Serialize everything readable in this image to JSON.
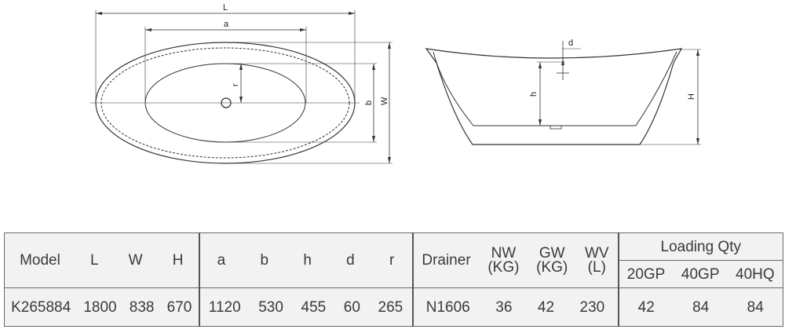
{
  "drawing": {
    "dimension_labels": {
      "L": "L",
      "a": "a",
      "r": "r",
      "b": "b",
      "W": "W",
      "d": "d",
      "h": "h",
      "H": "H"
    }
  },
  "table": {
    "headers": {
      "model": "Model",
      "L": "L",
      "W": "W",
      "H": "H",
      "a": "a",
      "b": "b",
      "h": "h",
      "d": "d",
      "r": "r",
      "drainer": "Drainer",
      "nw_1": "NW",
      "nw_2": "(KG)",
      "gw_1": "GW",
      "gw_2": "(KG)",
      "wv_1": "WV",
      "wv_2": "(L)",
      "loading": "Loading Qty",
      "gp20": "20GP",
      "gp40": "40GP",
      "hq40": "40HQ"
    },
    "row": {
      "model": "K265884",
      "L": "1800",
      "W": "838",
      "H": "670",
      "a": "1120",
      "b": "530",
      "h": "455",
      "d": "60",
      "r": "265",
      "drainer": "N1606",
      "nw": "36",
      "gw": "42",
      "wv": "230",
      "gp20": "42",
      "gp40": "84",
      "hq40": "84"
    }
  }
}
